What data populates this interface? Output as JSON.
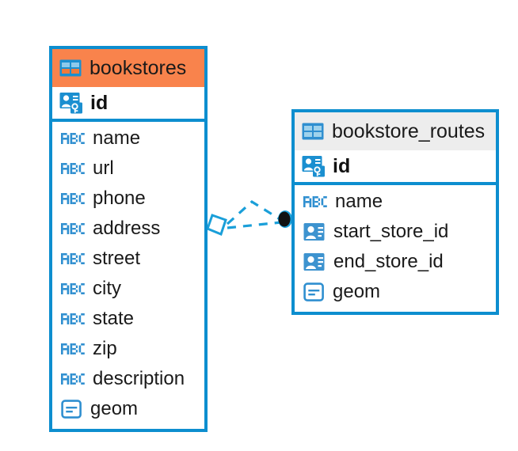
{
  "diagram": {
    "type": "entity-relationship-diagram",
    "background_color": "#ffffff",
    "accent_color": "#0d8ecf",
    "highlight_color": "#f9834c",
    "header_gray": "#ededed"
  },
  "entities": [
    {
      "name": "bookstores",
      "header_icon": "table-icon",
      "header_style": "orange",
      "primary_key": {
        "label": "id",
        "icon": "primary-key-icon"
      },
      "fields": [
        {
          "label": "name",
          "icon": "abc-text-icon"
        },
        {
          "label": "url",
          "icon": "abc-text-icon"
        },
        {
          "label": "phone",
          "icon": "abc-text-icon"
        },
        {
          "label": "address",
          "icon": "abc-text-icon"
        },
        {
          "label": "street",
          "icon": "abc-text-icon"
        },
        {
          "label": "city",
          "icon": "abc-text-icon"
        },
        {
          "label": "state",
          "icon": "abc-text-icon"
        },
        {
          "label": "zip",
          "icon": "abc-text-icon"
        },
        {
          "label": "description",
          "icon": "abc-text-icon"
        },
        {
          "label": "geom",
          "icon": "geometry-icon"
        }
      ]
    },
    {
      "name": "bookstore_routes",
      "header_icon": "table-icon",
      "header_style": "gray",
      "primary_key": {
        "label": "id",
        "icon": "primary-key-icon"
      },
      "fields": [
        {
          "label": "name",
          "icon": "abc-text-icon"
        },
        {
          "label": "start_store_id",
          "icon": "foreign-key-icon"
        },
        {
          "label": "end_store_id",
          "icon": "foreign-key-icon"
        },
        {
          "label": "geom",
          "icon": "geometry-icon"
        }
      ]
    }
  ],
  "relationship": {
    "source_marker": "rhombus-marker",
    "target_marker": "filled-circle-marker",
    "line_style": "dashed",
    "line_color": "#1a9fd9"
  }
}
